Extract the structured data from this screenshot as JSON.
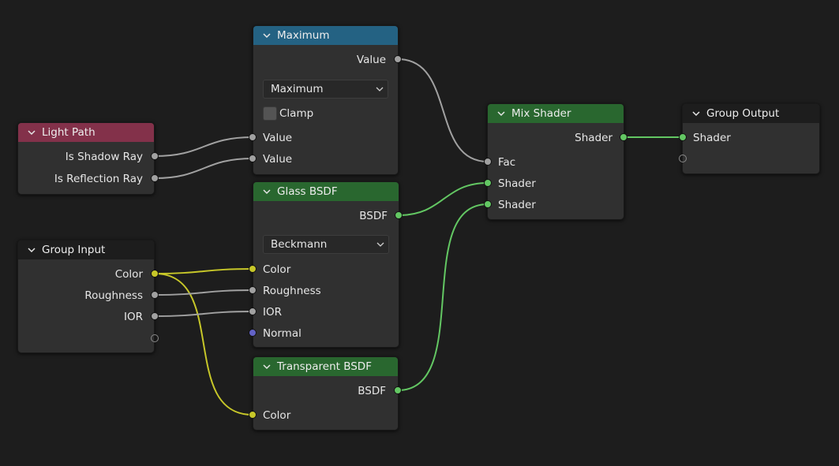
{
  "colors": {
    "background": "#1d1d1d",
    "node_body": "#303030",
    "header_converter": "#246283",
    "header_input": "#83314a",
    "header_shader": "#29672f",
    "header_group": "#1d1d1d",
    "socket_float": "#a1a1a1",
    "socket_shader": "#63c763",
    "socket_color": "#c7c729",
    "socket_vector": "#6363c7"
  },
  "nodes": {
    "maximum": {
      "title": "Maximum",
      "output_value": "Value",
      "operation": "Maximum",
      "clamp_label": "Clamp",
      "clamp_checked": false,
      "input_value_1": "Value",
      "input_value_2": "Value"
    },
    "light_path": {
      "title": "Light Path",
      "is_shadow_ray": "Is Shadow Ray",
      "is_reflection_ray": "Is Reflection Ray"
    },
    "group_input": {
      "title": "Group Input",
      "color": "Color",
      "roughness": "Roughness",
      "ior": "IOR"
    },
    "glass_bsdf": {
      "title": "Glass BSDF",
      "output_bsdf": "BSDF",
      "distribution": "Beckmann",
      "color": "Color",
      "roughness": "Roughness",
      "ior": "IOR",
      "normal": "Normal"
    },
    "transparent_bsdf": {
      "title": "Transparent BSDF",
      "output_bsdf": "BSDF",
      "color": "Color"
    },
    "mix_shader": {
      "title": "Mix Shader",
      "output_shader": "Shader",
      "fac": "Fac",
      "shader_1": "Shader",
      "shader_2": "Shader"
    },
    "group_output": {
      "title": "Group Output",
      "shader": "Shader"
    }
  }
}
